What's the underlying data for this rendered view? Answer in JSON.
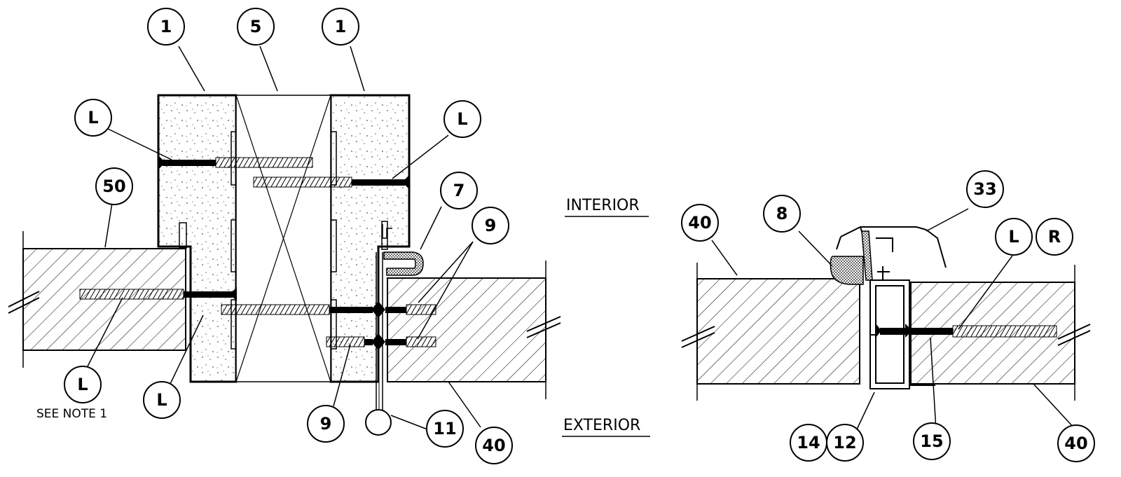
{
  "labels": {
    "interior": "INTERIOR",
    "exterior": "EXTERIOR",
    "note": "SEE NOTE 1"
  },
  "callouts_left": [
    "1",
    "5",
    "1",
    "L",
    "L",
    "50",
    "7",
    "9",
    "L",
    "L",
    "9",
    "11",
    "40"
  ],
  "callouts_right": [
    "40",
    "8",
    "33",
    "L",
    "R",
    "14",
    "12",
    "15",
    "40"
  ]
}
